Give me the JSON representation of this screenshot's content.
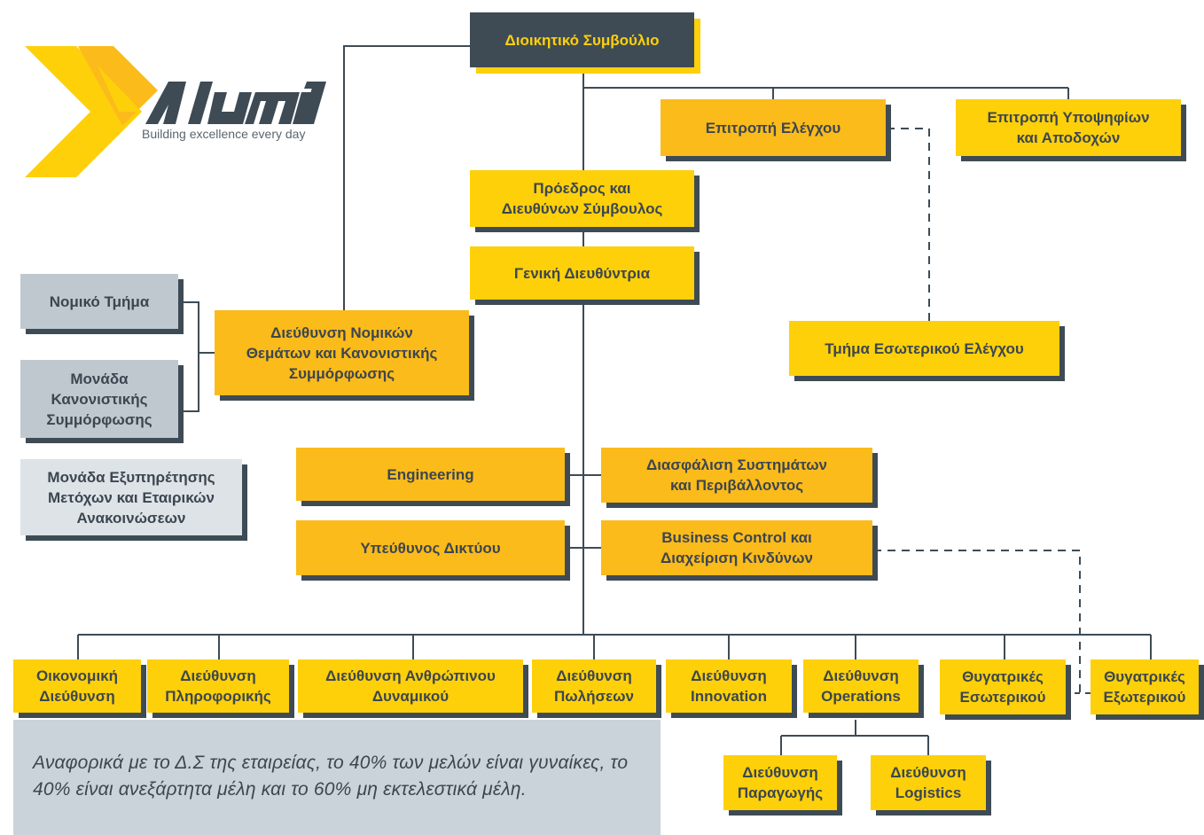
{
  "logo": {
    "brand": "Alumil",
    "tagline": "Building excellence every day"
  },
  "colors": {
    "yellow": "#fdd00a",
    "orange": "#fbbb1a",
    "dark": "#3e4b55",
    "grey": "#c0c8cf",
    "light_grey": "#dee3e8"
  },
  "boxes": {
    "board": "Διοικητικό Συμβούλιο",
    "audit_committee": "Επιτροπή Ελέγχου",
    "nomination_committee": "Επιτροπή Υποψηφίων\nκαι Αποδοχών",
    "ceo": "Πρόεδρος και\nΔιευθύνων Σύμβουλος",
    "general_director": "Γενική Διευθύντρια",
    "internal_audit": "Τμήμα Εσωτερικού Ελέγχου",
    "legal_department": "Νομικό Τμήμα",
    "compliance_unit": "Μονάδα\nΚανονιστικής\nΣυμμόρφωσης",
    "shareholder_unit": "Μονάδα Εξυπηρέτησης\nΜετόχων και Εταιρικών\nΑνακοινώσεων",
    "legal_compliance_division": "Διεύθυνση Νομικών\nΘεμάτων και Κανονιστικής\nΣυμμόρφωσης",
    "engineering": "Engineering",
    "quality_systems": "Διασφάλιση Συστημάτων\nκαι Περιβάλλοντος",
    "network_manager": "Υπεύθυνος Δικτύου",
    "business_control": "Business Control και\nΔιαχείριση Κινδύνων",
    "finance": "Οικονομική\nΔιεύθυνση",
    "it": "Διεύθυνση\nΠληροφορικής",
    "hr": "Διεύθυνση Ανθρώπινου\nΔυναμικού",
    "sales": "Διεύθυνση\nΠωλήσεων",
    "innovation": "Διεύθυνση\nInnovation",
    "operations": "Διεύθυνση\nOperations",
    "domestic_subsidiaries": "Θυγατρικές\nΕσωτερικού",
    "foreign_subsidiaries": "Θυγατρικές\nΕξωτερικού",
    "production": "Διεύθυνση\nΠαραγωγής",
    "logistics": "Διεύθυνση\nLogistics"
  },
  "note": "Αναφορικά με το Δ.Σ της εταιρείας, το 40% των μελών είναι γυναίκες, το 40% είναι ανεξάρτητα μέλη και το 60% μη εκτελεστικά μέλη."
}
